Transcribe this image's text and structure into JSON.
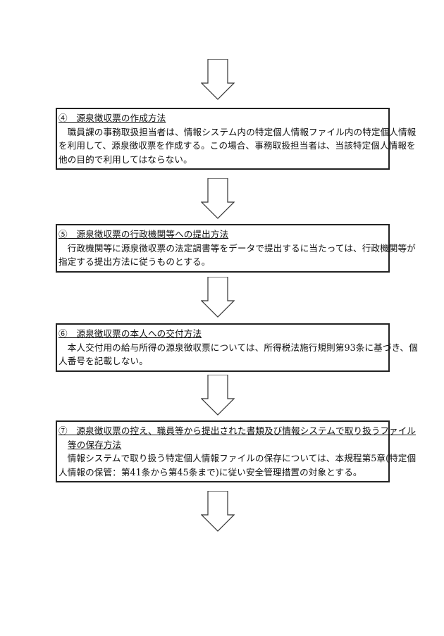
{
  "sections": [
    {
      "title": [
        "④　源泉徴収票の作成方法"
      ],
      "body": [
        "　職員課の事務取扱担当者は、情報システム内の特定個人情報ファイル内の特定個人情報",
        "を利用して、源泉徴収票を作成する。この場合、事務取扱担当者は、当該特定個人情報を",
        "他の目的で利用してはならない。"
      ]
    },
    {
      "title": [
        "⑤　源泉徴収票の行政機関等への提出方法"
      ],
      "body": [
        "　行政機関等に源泉徴収票の法定調書等をデータで提出するに当たっては、行政機関等が",
        "指定する提出方法に従うものとする。"
      ]
    },
    {
      "title": [
        "⑥　源泉徴収票の本人への交付方法"
      ],
      "body": [
        "　本人交付用の給与所得の源泉徴収票については、所得税法施行規則第93条に基づき、個",
        "人番号を記載しない。"
      ]
    },
    {
      "title": [
        "⑦　源泉徴収票の控え、職員等から提出された書類及び情報システムで取り扱うファイル",
        "等の保存方法"
      ],
      "body": [
        "　情報システムで取り扱う特定個人情報ファイルの保存については、本規程第5章(特定個",
        "人情報の保管：第41条から第45条まで)に従い安全管理措置の対象とする。"
      ]
    }
  ]
}
